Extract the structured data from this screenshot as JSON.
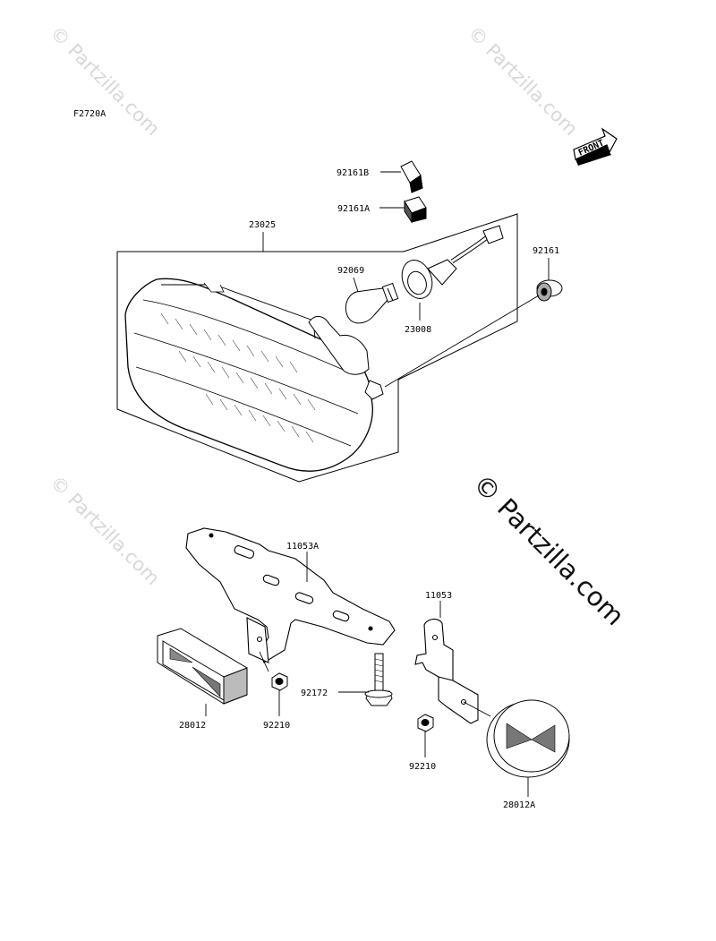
{
  "figure_code": "F2720A",
  "front_label": "FRONT",
  "watermark": "© Partzilla.com",
  "parts": [
    {
      "id": "p_92161B",
      "label": "92161B"
    },
    {
      "id": "p_92161A",
      "label": "92161A"
    },
    {
      "id": "p_23025",
      "label": "23025"
    },
    {
      "id": "p_92161",
      "label": "92161"
    },
    {
      "id": "p_92069",
      "label": "92069"
    },
    {
      "id": "p_23008",
      "label": "23008"
    },
    {
      "id": "p_11053A",
      "label": "11053A"
    },
    {
      "id": "p_11053",
      "label": "11053"
    },
    {
      "id": "p_92172",
      "label": "92172"
    },
    {
      "id": "p_28012",
      "label": "28012"
    },
    {
      "id": "p_92210a",
      "label": "92210"
    },
    {
      "id": "p_92210b",
      "label": "92210"
    },
    {
      "id": "p_28012A",
      "label": "28012A"
    }
  ]
}
